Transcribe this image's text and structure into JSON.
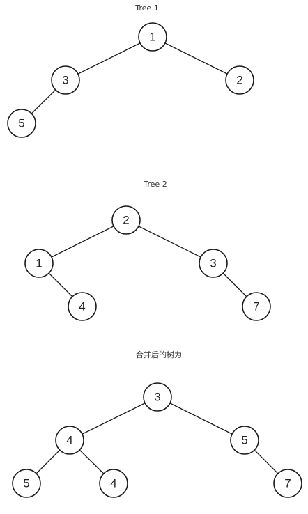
{
  "trees": [
    {
      "id": "tree-1",
      "title": "Tree 1",
      "nodes": [
        {
          "id": "t1-root",
          "label": "1"
        },
        {
          "id": "t1-left",
          "label": "3"
        },
        {
          "id": "t1-right",
          "label": "2"
        },
        {
          "id": "t1-left-left",
          "label": "5"
        }
      ],
      "edges": [
        [
          "t1-root",
          "t1-left"
        ],
        [
          "t1-root",
          "t1-right"
        ],
        [
          "t1-left",
          "t1-left-left"
        ]
      ]
    },
    {
      "id": "tree-2",
      "title": "Tree 2",
      "nodes": [
        {
          "id": "t2-root",
          "label": "2"
        },
        {
          "id": "t2-left",
          "label": "1"
        },
        {
          "id": "t2-right",
          "label": "3"
        },
        {
          "id": "t2-left-right",
          "label": "4"
        },
        {
          "id": "t2-right-right",
          "label": "7"
        }
      ],
      "edges": [
        [
          "t2-root",
          "t2-left"
        ],
        [
          "t2-root",
          "t2-right"
        ],
        [
          "t2-left",
          "t2-left-right"
        ],
        [
          "t2-right",
          "t2-right-right"
        ]
      ]
    },
    {
      "id": "merged-tree",
      "title": "合并后的树为",
      "nodes": [
        {
          "id": "m-root",
          "label": "3"
        },
        {
          "id": "m-left",
          "label": "4"
        },
        {
          "id": "m-right",
          "label": "5"
        },
        {
          "id": "m-left-left",
          "label": "5"
        },
        {
          "id": "m-left-right",
          "label": "4"
        },
        {
          "id": "m-right-right",
          "label": "7"
        }
      ],
      "edges": [
        [
          "m-root",
          "m-left"
        ],
        [
          "m-root",
          "m-right"
        ],
        [
          "m-left",
          "m-left-left"
        ],
        [
          "m-left",
          "m-left-right"
        ],
        [
          "m-right",
          "m-right-right"
        ]
      ]
    }
  ]
}
